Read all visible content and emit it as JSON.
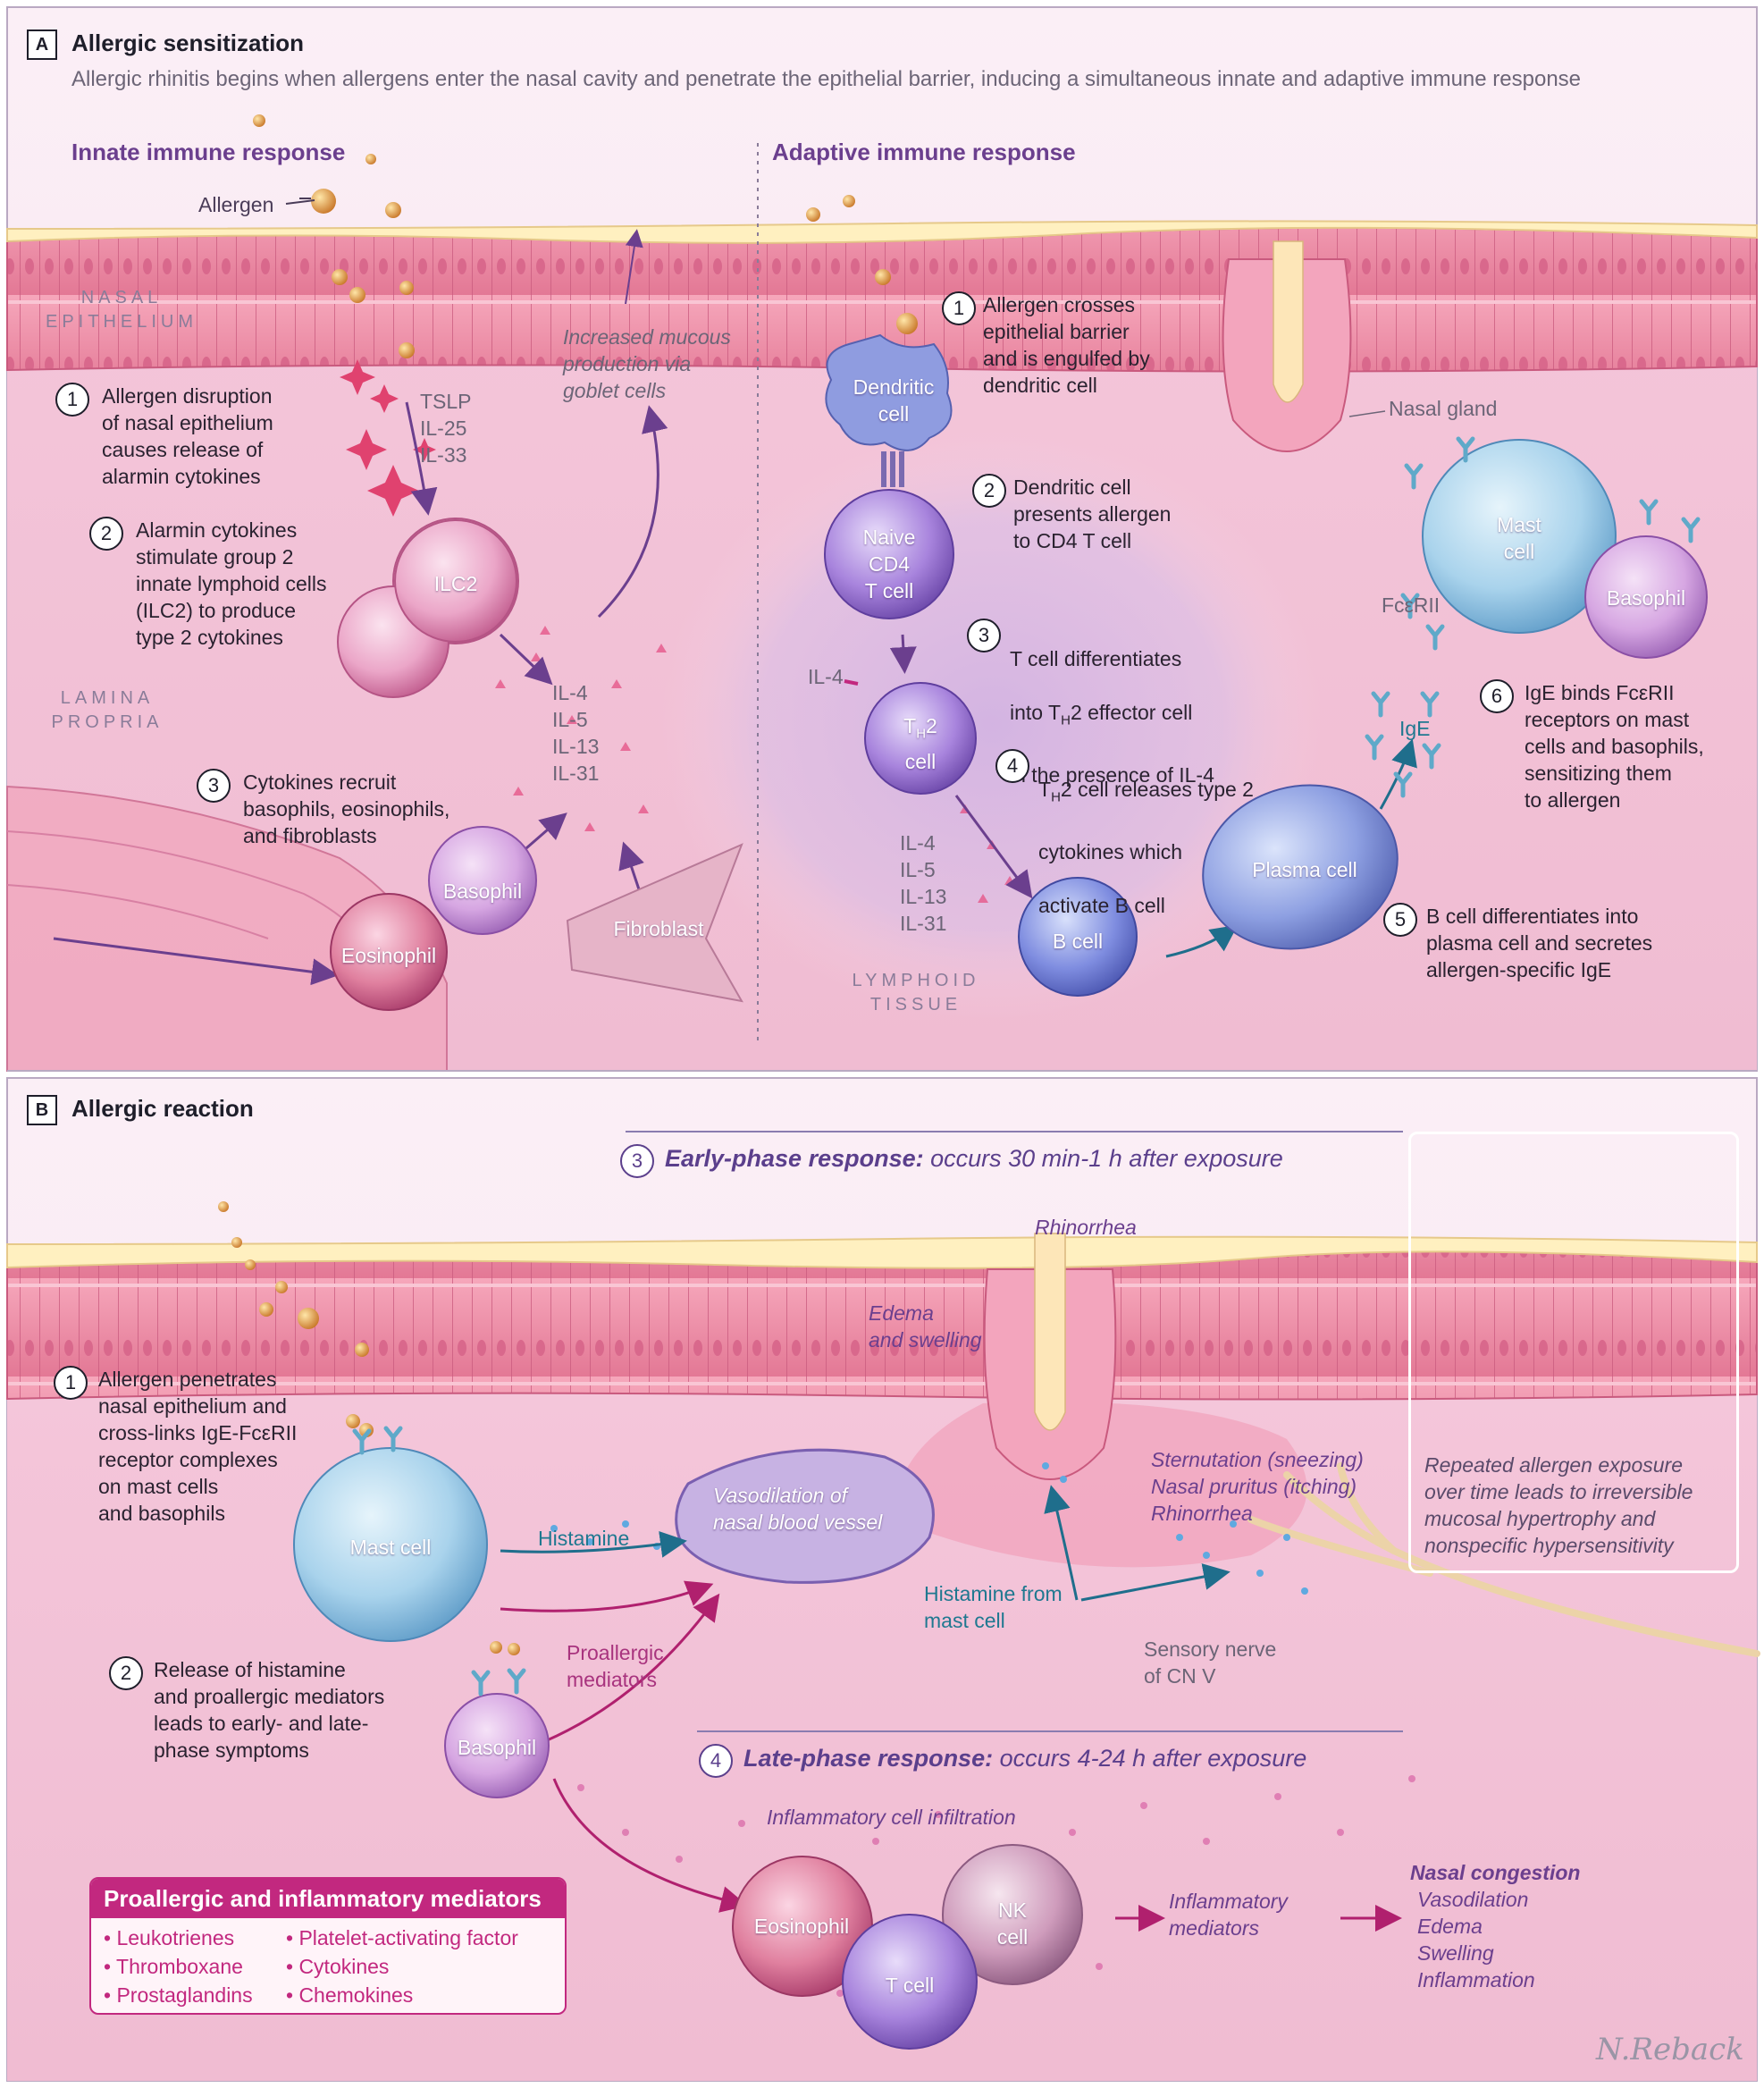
{
  "colors": {
    "epithelium": "#f08aa6",
    "mucus": "#fff0c0",
    "lamina_propria": "#f7d7e5",
    "lymphoid": "#c9b0e6",
    "mast_cell": "#a9d3ec",
    "basophil": "#d6a6e2",
    "accent_magenta": "#c2287f",
    "accent_purple": "#6b3f8e",
    "accent_teal": "#1f7890"
  },
  "panel_a": {
    "badge": "A",
    "title": "Allergic sensitization",
    "subtitle": "Allergic rhinitis begins when allergens enter the nasal cavity and penetrate the epithelial barrier, inducing a simultaneous innate and adaptive immune response",
    "innate_heading": "Innate immune response",
    "adaptive_heading": "Adaptive immune response",
    "allergen_label": "Allergen",
    "nasal_epithelium": [
      "NASAL",
      "EPITHELIUM"
    ],
    "lamina_propria": [
      "LAMINA",
      "PROPRIA"
    ],
    "lymphoid_tissue": [
      "LYMPHOID",
      "TISSUE"
    ],
    "mucous_note": [
      "Increased mucous",
      "production via",
      "goblet cells"
    ],
    "alarmins": [
      "TSLP",
      "IL-25",
      "IL-33"
    ],
    "cytokines": [
      "IL-4",
      "IL-5",
      "IL-13",
      "IL-31"
    ],
    "il4": "IL-4",
    "nasal_gland": "Nasal gland",
    "fceri": "FcεRII",
    "ige": "IgE",
    "cells": {
      "ilc2": "ILC2",
      "basophil": "Basophil",
      "eosinophil": "Eosinophil",
      "fibroblast": "Fibroblast",
      "dendritic": [
        "Dendritic",
        "cell"
      ],
      "naive": [
        "Naive",
        "CD4",
        "T cell"
      ],
      "th2": [
        "T",
        "H",
        "2",
        "cell"
      ],
      "bcell": "B cell",
      "plasma": "Plasma cell",
      "mast": [
        "Mast",
        "cell"
      ],
      "basophil2": "Basophil"
    },
    "innate_steps": [
      {
        "n": "1",
        "text": "Allergen disruption\nof nasal epithelium\ncauses release of\nalarmin cytokines"
      },
      {
        "n": "2",
        "text": "Alarmin cytokines\nstimulate group 2\ninnate lymphoid cells\n(ILC2) to produce\ntype 2 cytokines"
      },
      {
        "n": "3",
        "text": "Cytokines recruit\nbasophils, eosinophils,\nand fibroblasts"
      }
    ],
    "adaptive_steps": [
      {
        "n": "1",
        "text": "Allergen crosses\nepithelial barrier\nand is engulfed by\ndendritic cell"
      },
      {
        "n": "2",
        "text": "Dendritic cell\npresents allergen\nto CD4 T cell"
      },
      {
        "n": "3",
        "line1": "T cell differentiates",
        "line2a": "into T",
        "line2sub": "H",
        "line2b": "2 effector cell",
        "line3": "in the presence of IL-4"
      },
      {
        "n": "4",
        "line1a": "T",
        "line1sub": "H",
        "line1b": "2 cell releases type 2",
        "line2": "cytokines which",
        "line3": "activate B cell"
      },
      {
        "n": "5",
        "text": "B cell differentiates into\nplasma cell and secretes\nallergen-specific IgE"
      },
      {
        "n": "6",
        "text": "IgE binds FcεRII\nreceptors on mast\ncells and basophils,\nsensitizing them\nto allergen"
      }
    ]
  },
  "panel_b": {
    "badge": "B",
    "title": "Allergic reaction",
    "early": {
      "n": "3",
      "bold": "Early-phase response:",
      "rest": " occurs 30 min-1 h after exposure"
    },
    "late": {
      "n": "4",
      "bold": "Late-phase response:",
      "rest": " occurs 4-24 h after exposure"
    },
    "steps": [
      {
        "n": "1",
        "text": "Allergen penetrates\nnasal epithelium and\ncross-links IgE-FcεRII\nreceptor complexes\non mast cells\nand basophils"
      },
      {
        "n": "2",
        "text": "Release of histamine\nand proallergic mediators\nleads to early- and late-\nphase symptoms"
      }
    ],
    "rhinorrhea_top": "Rhinorrhea",
    "edema": [
      "Edema",
      "and swelling"
    ],
    "vasodilation": [
      "Vasodilation of",
      "nasal blood vessel"
    ],
    "histamine": "Histamine",
    "proallergic": [
      "Proallergic",
      "mediators"
    ],
    "histamine_from": [
      "Histamine from",
      "mast cell"
    ],
    "symptoms": [
      "Sternutation (sneezing)",
      "Nasal pruritus (itching)",
      "Rhinorrhea"
    ],
    "sensory_nerve": [
      "Sensory nerve",
      "of CN V"
    ],
    "repeated": [
      "Repeated allergen exposure",
      "over time leads to irreversible",
      "mucosal hypertrophy and",
      "nonspecific hypersensitivity"
    ],
    "infiltration": "Inflammatory cell infiltration",
    "inflammatory_mediators": [
      "Inflammatory",
      "mediators"
    ],
    "congestion_title": "Nasal congestion",
    "congestion_items": [
      "Vasodilation",
      "Edema",
      "Swelling",
      "Inflammation"
    ],
    "cells": {
      "mast": "Mast cell",
      "basophil": "Basophil",
      "eosinophil": "Eosinophil",
      "nk": [
        "NK",
        "cell"
      ],
      "tcell": "T cell"
    },
    "legend": {
      "title": "Proallergic and inflammatory mediators",
      "col1": [
        "• Leukotrienes",
        "• Thromboxane",
        "• Prostaglandins"
      ],
      "col2": [
        "• Platelet-activating factor",
        "• Cytokines",
        "• Chemokines"
      ]
    }
  },
  "signature": "N.Reback"
}
